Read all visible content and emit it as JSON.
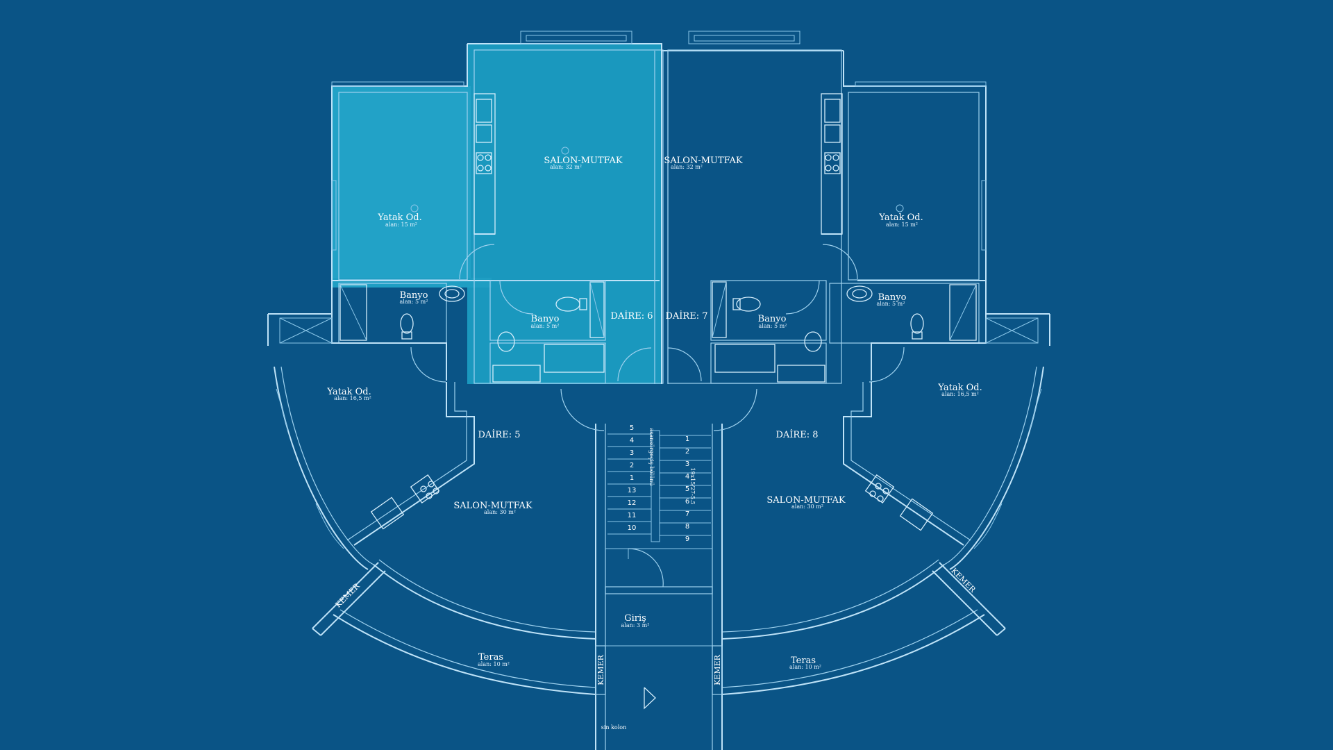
{
  "colors": {
    "background": "#0a5486",
    "highlight": "#1a98be",
    "highlight_light": "#26a7cb",
    "line": "#bfe3f8"
  },
  "units": {
    "daire5": "DAİRE: 5",
    "daire6": "DAİRE: 6",
    "daire7": "DAİRE: 7",
    "daire8": "DAİRE: 8"
  },
  "rooms": {
    "d6_salon": {
      "name": "SALON-MUTFAK",
      "area": "alan: 32 m²"
    },
    "d7_salon": {
      "name": "SALON-MUTFAK",
      "area": "alan: 32 m²"
    },
    "d6_yatak": {
      "name": "Yatak Od.",
      "area": "alan: 15 m²"
    },
    "d7_yatak": {
      "name": "Yatak Od.",
      "area": "alan: 15 m²"
    },
    "d6_banyo_a": {
      "name": "Banyo",
      "area": "alan: 5 m²"
    },
    "d6_banyo_b": {
      "name": "Banyo",
      "area": "alan: 5 m²"
    },
    "d7_banyo_a": {
      "name": "Banyo",
      "area": "alan: 5 m²"
    },
    "d7_banyo_b": {
      "name": "Banyo",
      "area": "alan: 5 m²"
    },
    "d5_yatak": {
      "name": "Yatak Od.",
      "area": "alan: 16,5 m²"
    },
    "d8_yatak": {
      "name": "Yatak Od.",
      "area": "alan: 16,5 m²"
    },
    "d5_salon": {
      "name": "SALON-MUTFAK",
      "area": "alan: 30 m²"
    },
    "d8_salon": {
      "name": "SALON-MUTFAK",
      "area": "alan: 30 m²"
    },
    "giris": {
      "name": "Giriş",
      "area": "alan: 3 m²"
    },
    "teras_left": {
      "name": "Teras",
      "area": "alan: 10 m²"
    },
    "teras_right": {
      "name": "Teras",
      "area": "alan: 10 m²"
    }
  },
  "stairs": {
    "left_numbers": [
      "5",
      "4",
      "3",
      "2",
      "1",
      "13",
      "12",
      "11",
      "10"
    ],
    "right_numbers": [
      "1",
      "2",
      "3",
      "4",
      "5",
      "6",
      "7",
      "8",
      "9"
    ],
    "left_note": "asansörgeçiş bölünü",
    "right_note": "19x15/27-5.5"
  },
  "labels": {
    "kemer": "KEMER",
    "sin_kolon": "sin kolon"
  }
}
